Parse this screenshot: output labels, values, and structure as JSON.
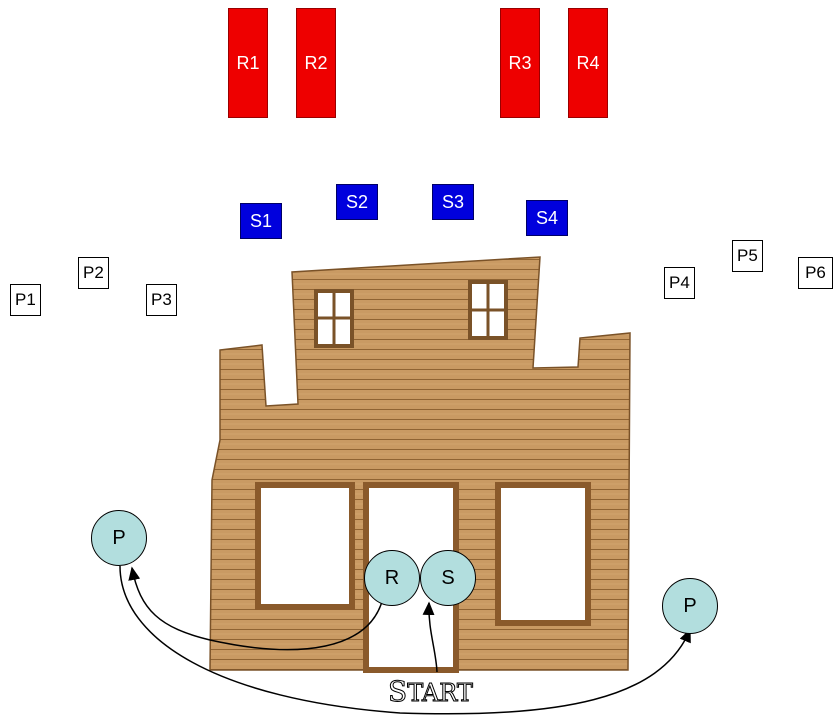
{
  "rects": [
    "R1",
    "R2",
    "R3",
    "R4"
  ],
  "squares": [
    "S1",
    "S2",
    "S3",
    "S4"
  ],
  "people": [
    "P1",
    "P2",
    "P3",
    "P4",
    "P5",
    "P6"
  ],
  "circles": [
    "P",
    "R",
    "S",
    "P"
  ],
  "start_label": {
    "first": "S",
    "rest": "TART"
  },
  "colors": {
    "rect": "#ee0000",
    "square": "#0000dd",
    "circle": "#b2dede",
    "wood": "#c99a63"
  }
}
